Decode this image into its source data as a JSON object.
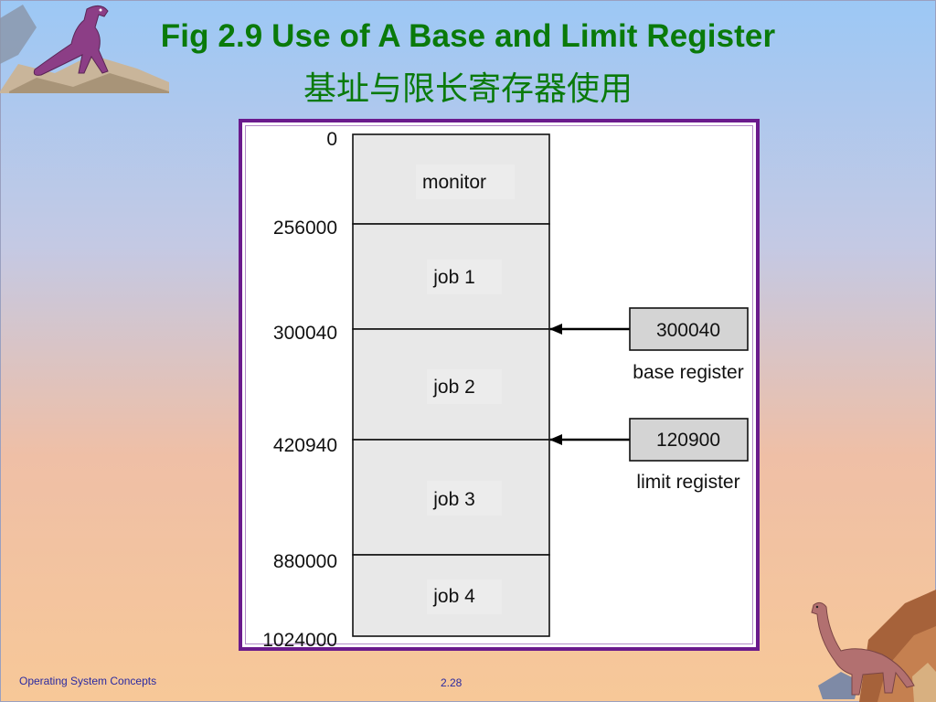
{
  "title": {
    "english": "Fig 2.9 Use of A Base and Limit Register",
    "chinese": "基址与限长寄存器使用"
  },
  "diagram": {
    "addresses": [
      "0",
      "256000",
      "300040",
      "420940",
      "880000",
      "1024000"
    ],
    "segments": [
      "monitor",
      "job 1",
      "job 2",
      "job 3",
      "job 4"
    ],
    "base_register": {
      "value": "300040",
      "caption": "base register"
    },
    "limit_register": {
      "value": "120900",
      "caption": "limit register"
    }
  },
  "footer": {
    "left": "Operating System Concepts",
    "page": "2.28"
  },
  "colors": {
    "title": "#0a7a0a",
    "frame": "#6a1a8c",
    "segment_fill": "#e8e8e8",
    "register_fill": "#d4d4d4",
    "footer_text": "#2a2aa0"
  }
}
